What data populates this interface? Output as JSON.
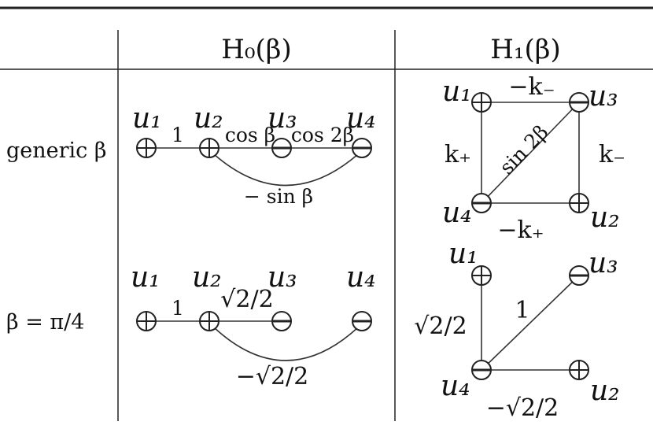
{
  "headers": {
    "h0": "H₀(β)",
    "h1": "H₁(β)"
  },
  "rows": [
    {
      "label": "generic β",
      "h0": {
        "nodes": [
          {
            "name": "u₁",
            "sign": "+"
          },
          {
            "name": "u₂",
            "sign": "+"
          },
          {
            "name": "u₃",
            "sign": "−"
          },
          {
            "name": "u₄",
            "sign": "−"
          }
        ],
        "edges": [
          {
            "from": "u₁",
            "to": "u₂",
            "weight": "1"
          },
          {
            "from": "u₂",
            "to": "u₃",
            "weight": "cos β"
          },
          {
            "from": "u₃",
            "to": "u₄",
            "weight": "cos 2β"
          },
          {
            "from": "u₂",
            "to": "u₄",
            "weight": "− sin β"
          }
        ]
      },
      "h1": {
        "nodes": [
          {
            "name": "u₁",
            "sign": "+"
          },
          {
            "name": "u₃",
            "sign": "−"
          },
          {
            "name": "u₄",
            "sign": "−"
          },
          {
            "name": "u₂",
            "sign": "+"
          }
        ],
        "edges": [
          {
            "from": "u₁",
            "to": "u₃",
            "weight": "−k₋"
          },
          {
            "from": "u₁",
            "to": "u₄",
            "weight": "k₊"
          },
          {
            "from": "u₃",
            "to": "u₂",
            "weight": "k₋"
          },
          {
            "from": "u₄",
            "to": "u₂",
            "weight": "−k₊"
          },
          {
            "from": "u₄",
            "to": "u₃",
            "weight": "sin 2β"
          }
        ]
      }
    },
    {
      "label": "β = π/4",
      "h0": {
        "nodes": [
          {
            "name": "u₁",
            "sign": "+"
          },
          {
            "name": "u₂",
            "sign": "+"
          },
          {
            "name": "u₃",
            "sign": "−"
          },
          {
            "name": "u₄",
            "sign": "−"
          }
        ],
        "edges": [
          {
            "from": "u₁",
            "to": "u₂",
            "weight": "1"
          },
          {
            "from": "u₂",
            "to": "u₃",
            "weight": "√2/2"
          },
          {
            "from": "u₂",
            "to": "u₄",
            "weight": "−√2/2"
          }
        ]
      },
      "h1": {
        "nodes": [
          {
            "name": "u₁",
            "sign": "+"
          },
          {
            "name": "u₃",
            "sign": "−"
          },
          {
            "name": "u₄",
            "sign": "−"
          },
          {
            "name": "u₂",
            "sign": "+"
          }
        ],
        "edges": [
          {
            "from": "u₁",
            "to": "u₄",
            "weight": "√2/2"
          },
          {
            "from": "u₄",
            "to": "u₃",
            "weight": "1"
          },
          {
            "from": "u₄",
            "to": "u₂",
            "weight": "−√2/2"
          }
        ]
      }
    }
  ]
}
